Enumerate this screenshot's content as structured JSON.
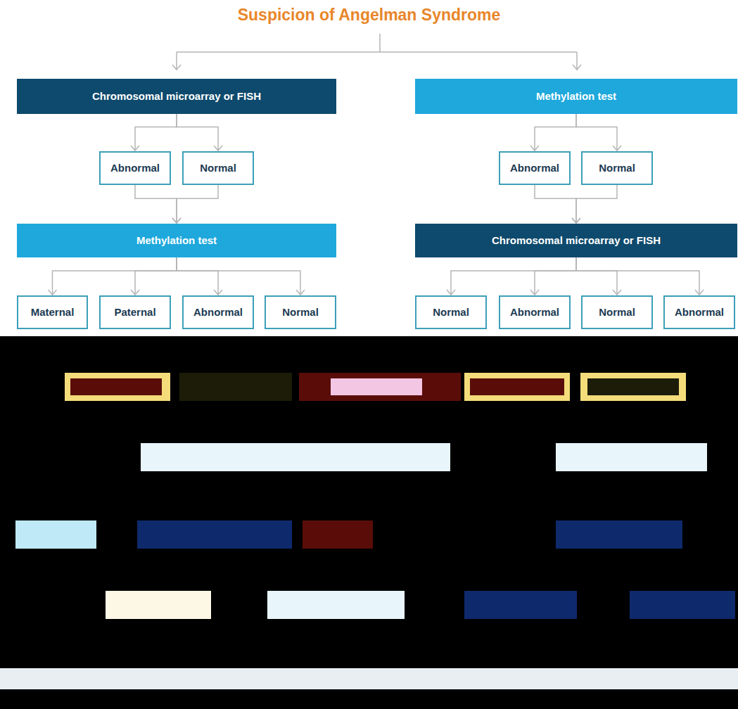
{
  "diagram": {
    "title": "Suspicion of Angelman Syndrome",
    "nodes": [
      {
        "text": [
          "Chromosomal microarray or FISH"
        ]
      },
      {
        "text": [
          "Methylation test"
        ]
      },
      {
        "text": [
          "Abnormal"
        ]
      },
      {
        "text": [
          "Normal"
        ]
      },
      {
        "text": [
          "Abnormal"
        ]
      },
      {
        "text": [
          "Normal"
        ]
      },
      {
        "text": [
          "Methylation test"
        ]
      },
      {
        "text": [
          "Chromosomal microarray or FISH"
        ]
      },
      {
        "text": [
          "Maternal"
        ]
      },
      {
        "text": [
          "Paternal"
        ]
      },
      {
        "text": [
          "Abnormal"
        ]
      },
      {
        "text": [
          "Normal"
        ]
      },
      {
        "text": [
          "Normal"
        ]
      },
      {
        "text": [
          "Abnormal"
        ]
      },
      {
        "text": [
          "Normal"
        ]
      },
      {
        "text": [
          "Abnormal"
        ]
      }
    ],
    "edges": [
      {
        "from": 0,
        "to": 2,
        "arrow": "to"
      },
      {
        "from": 0,
        "to": 3,
        "arrow": "to"
      },
      {
        "from": 1,
        "to": 4,
        "arrow": "to"
      },
      {
        "from": 1,
        "to": 5,
        "arrow": "to"
      },
      {
        "from": 2,
        "to": 6,
        "arrow": "to"
      },
      {
        "from": 3,
        "to": 6,
        "arrow": "to"
      },
      {
        "from": 4,
        "to": 7,
        "arrow": "to"
      },
      {
        "from": 5,
        "to": 7,
        "arrow": "to"
      },
      {
        "from": 6,
        "to": 8,
        "arrow": "to"
      },
      {
        "from": 6,
        "to": 9,
        "arrow": "to"
      },
      {
        "from": 6,
        "to": 10,
        "arrow": "to"
      },
      {
        "from": 6,
        "to": 11,
        "arrow": "to"
      },
      {
        "from": 7,
        "to": 12,
        "arrow": "to"
      },
      {
        "from": 7,
        "to": 13,
        "arrow": "to"
      },
      {
        "from": 7,
        "to": 14,
        "arrow": "to"
      },
      {
        "from": 7,
        "to": 15,
        "arrow": "to"
      }
    ]
  }
}
